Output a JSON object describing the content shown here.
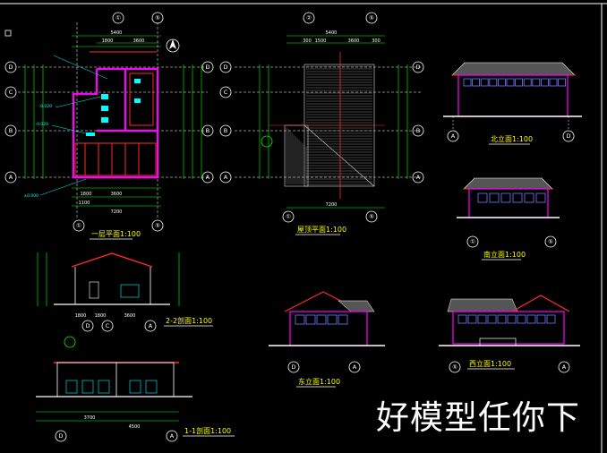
{
  "watermark": "好模型任你下",
  "views": {
    "floor_plan": {
      "caption": "一层平面1:100",
      "axes_top": [
        "①",
        "⑤"
      ],
      "axes_bottom": [
        "①",
        "⑤"
      ],
      "axes_left": [
        "D",
        "C",
        "B",
        "A"
      ],
      "axes_right": [
        "D",
        "B",
        "A"
      ],
      "dims_top": [
        "5400",
        "1800",
        "3600"
      ],
      "dims_bottom": [
        "1800",
        "3600",
        "1100",
        "7200"
      ]
    },
    "roof_plan": {
      "caption": "屋顶平面1:100",
      "axes_top": [
        "②",
        "⑤"
      ],
      "axes_bottom": [
        "①",
        "⑤"
      ],
      "axes_left": [
        "D",
        "C",
        "B",
        "A"
      ],
      "axes_right": [
        "D",
        "B",
        "A"
      ],
      "dims_top": [
        "5400",
        "300",
        "1500",
        "3600",
        "300"
      ],
      "dims_bottom": [
        "7200"
      ]
    },
    "north_elev": {
      "caption": "北立面1:100",
      "axes": [
        "A",
        "D"
      ]
    },
    "east_elev": {
      "caption": "南立面1:100",
      "axes": [
        "①",
        "⑤"
      ]
    },
    "section_22": {
      "caption": "2-2剖面1:100",
      "axes": [
        "D",
        "C",
        "A"
      ],
      "dims": [
        "1800",
        "1800",
        "3600"
      ]
    },
    "section_11": {
      "caption": "1-1剖面1:100",
      "axes": [
        "D",
        "A"
      ],
      "dims": [
        "3700",
        "4500"
      ]
    },
    "west_elev": {
      "caption": "东立面1:100",
      "axes": [
        "D",
        "A"
      ]
    },
    "south_elev": {
      "caption": "西立面1:100",
      "axes": [
        "⑤",
        "A"
      ]
    }
  },
  "colors": {
    "bg": "#000000",
    "line": "#ffffff",
    "accent": "#ff2a2a",
    "wall": "#ff00ff",
    "dim": "#00ff00",
    "cap": "#ffff00",
    "text": "#00ffff"
  }
}
